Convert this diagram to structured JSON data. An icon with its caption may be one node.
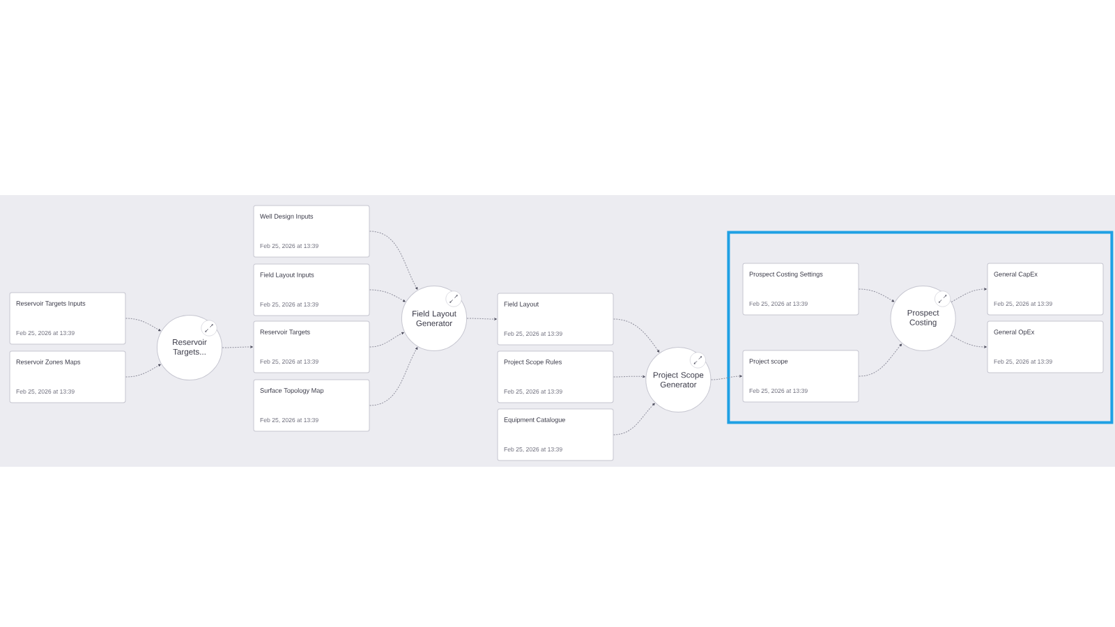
{
  "diagram": {
    "nodes": [
      {
        "text": [
          "Reservoir Targets Inputs",
          "Feb 25, 2026 at 13:39"
        ]
      },
      {
        "text": [
          "Reservoir Zones Maps",
          "Feb 25, 2026 at 13:39"
        ]
      },
      {
        "text": [
          "Reservoir Targets..."
        ]
      },
      {
        "text": [
          "Well Design Inputs",
          "Feb 25, 2026 at 13:39"
        ]
      },
      {
        "text": [
          "Field Layout Inputs",
          "Feb 25, 2026 at 13:39"
        ]
      },
      {
        "text": [
          "Reservoir Targets",
          "Feb 25, 2026 at 13:39"
        ]
      },
      {
        "text": [
          "Surface Topology Map",
          "Feb 25, 2026 at 13:39"
        ]
      },
      {
        "text": [
          "Field Layout Generator"
        ]
      },
      {
        "text": [
          "Field Layout",
          "Feb 25, 2026 at 13:39"
        ]
      },
      {
        "text": [
          "Project Scope Rules",
          "Feb 25, 2026 at 13:39"
        ]
      },
      {
        "text": [
          "Equipment Catalogue",
          "Feb 25, 2026 at 13:39"
        ]
      },
      {
        "text": [
          "Project Scope Generator"
        ]
      },
      {
        "text": [],
        "shape": "box"
      },
      {
        "text": [
          "Prospect Costing Settings",
          "Feb 25, 2026 at 13:39"
        ],
        "in": 12
      },
      {
        "text": [
          "Project scope",
          "Feb 25, 2026 at 13:39"
        ],
        "in": 12
      },
      {
        "text": [
          "Prospect Costing"
        ],
        "in": 12
      },
      {
        "text": [
          "General CapEx",
          "Feb 25, 2026 at 13:39"
        ],
        "in": 12
      },
      {
        "text": [
          "General OpEx",
          "Feb 25, 2026 at 13:39"
        ],
        "in": 12
      }
    ],
    "edges": [
      {
        "from": 0,
        "to": 2,
        "arrow": "to"
      },
      {
        "from": 1,
        "to": 2,
        "arrow": "to"
      },
      {
        "from": 2,
        "to": 5,
        "arrow": "to"
      },
      {
        "from": 3,
        "to": 7,
        "arrow": "to"
      },
      {
        "from": 4,
        "to": 7,
        "arrow": "to"
      },
      {
        "from": 5,
        "to": 7,
        "arrow": "to"
      },
      {
        "from": 6,
        "to": 7,
        "arrow": "to"
      },
      {
        "from": 7,
        "to": 8,
        "arrow": "to"
      },
      {
        "from": 8,
        "to": 11,
        "arrow": "to"
      },
      {
        "from": 9,
        "to": 11,
        "arrow": "to"
      },
      {
        "from": 10,
        "to": 11,
        "arrow": "to"
      },
      {
        "from": 11,
        "to": 14,
        "arrow": "to"
      },
      {
        "from": 13,
        "to": 15,
        "arrow": "to"
      },
      {
        "from": 14,
        "to": 15,
        "arrow": "to"
      },
      {
        "from": 15,
        "to": 16,
        "arrow": "to"
      },
      {
        "from": 15,
        "to": 17,
        "arrow": "to"
      }
    ]
  }
}
